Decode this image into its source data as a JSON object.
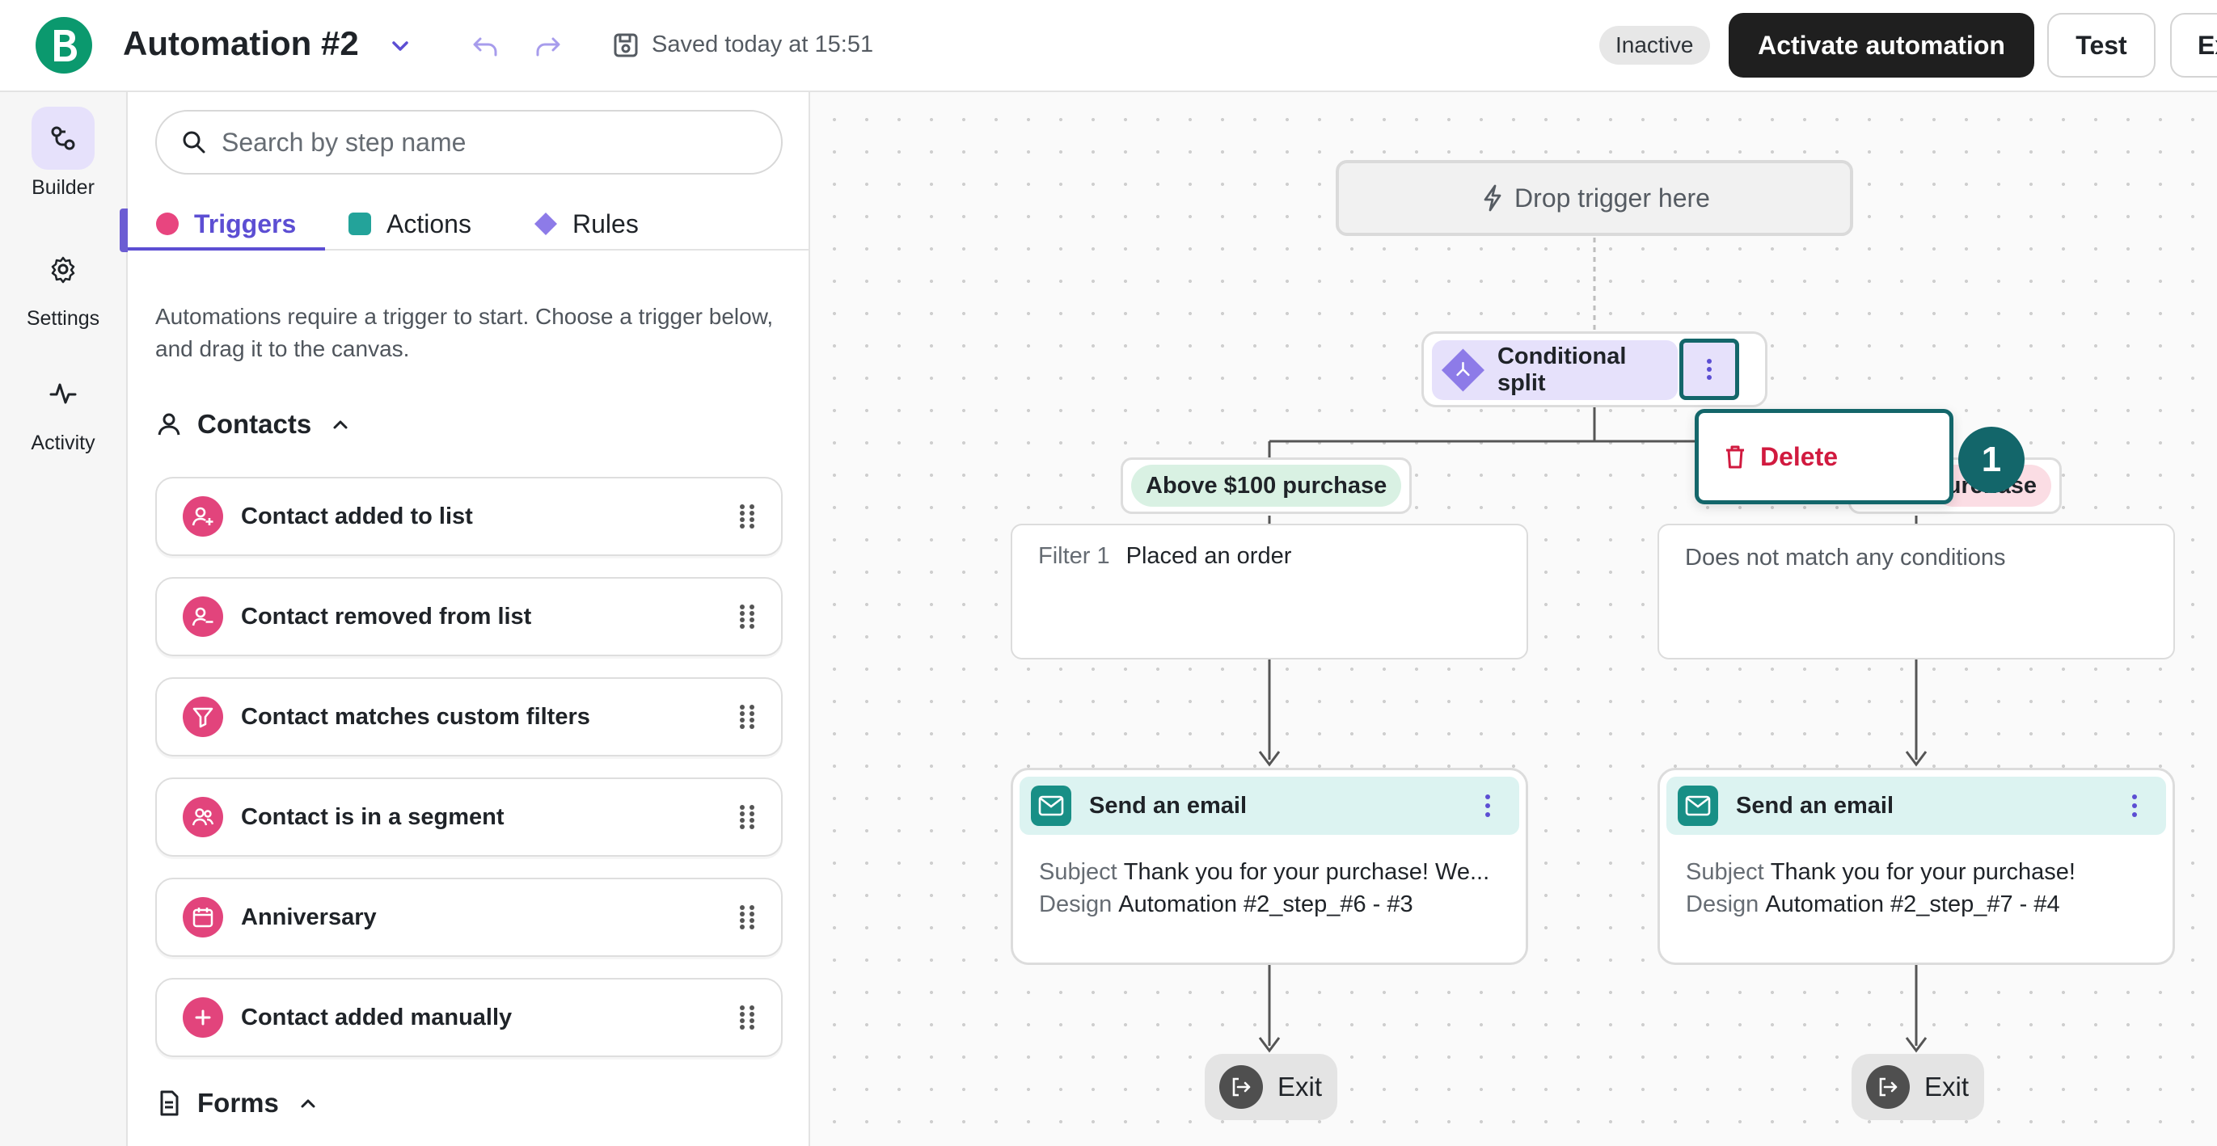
{
  "header": {
    "title": "Automation #2",
    "saved_text": "Saved today at 15:51",
    "status_badge": "Inactive",
    "activate_label": "Activate automation",
    "test_label": "Test",
    "export_label_partial": "Ex"
  },
  "rail": {
    "items": [
      {
        "label": "Builder",
        "icon": "builder-icon",
        "active": true
      },
      {
        "label": "Settings",
        "icon": "gear-icon",
        "active": false
      },
      {
        "label": "Activity",
        "icon": "activity-icon",
        "active": false
      }
    ]
  },
  "panel": {
    "search_placeholder": "Search by step name",
    "tabs": [
      {
        "label": "Triggers",
        "color": "#e8457f",
        "active": true
      },
      {
        "label": "Actions",
        "color": "#23a39a",
        "active": false
      },
      {
        "label": "Rules",
        "color": "#8d7be8",
        "active": false
      }
    ],
    "hint": "Automations require a trigger to start. Choose a trigger below, and drag it to the canvas.",
    "sections": [
      {
        "title": "Contacts",
        "icon": "person-icon"
      },
      {
        "title": "Forms",
        "icon": "document-icon"
      }
    ],
    "triggers": [
      {
        "label": "Contact added to list",
        "icon": "user-plus-icon"
      },
      {
        "label": "Contact removed from list",
        "icon": "user-minus-icon"
      },
      {
        "label": "Contact matches custom filters",
        "icon": "filter-icon"
      },
      {
        "label": "Contact is in a segment",
        "icon": "users-icon"
      },
      {
        "label": "Anniversary",
        "icon": "calendar-icon"
      },
      {
        "label": "Contact added manually",
        "icon": "plus-icon"
      }
    ]
  },
  "canvas": {
    "drop_trigger": "Drop trigger here",
    "split_label": "Conditional split",
    "menu_delete": "Delete",
    "step_number": "1",
    "branches": [
      {
        "label": "Above $100 purchase",
        "label_bg": "#d9f1e3",
        "filter_key": "Filter 1",
        "filter_value": "Placed an order",
        "email_title": "Send an email",
        "subject_key": "Subject",
        "subject": "Thank you for your purchase! We...",
        "design_key": "Design",
        "design": "Automation #2_step_#6 - #3",
        "exit": "Exit"
      },
      {
        "label": "urchase",
        "label_bg": "#fbdde4",
        "filter_text": "Does not match any conditions",
        "email_title": "Send an email",
        "subject_key": "Subject",
        "subject": "Thank you for your purchase!",
        "design_key": "Design",
        "design": "Automation #2_step_#7 - #4",
        "exit": "Exit"
      }
    ]
  },
  "colors": {
    "brand_green": "#0b996e",
    "accent_purple": "#5c4ed3",
    "highlight_teal": "#13666a",
    "danger": "#d11a3f"
  }
}
